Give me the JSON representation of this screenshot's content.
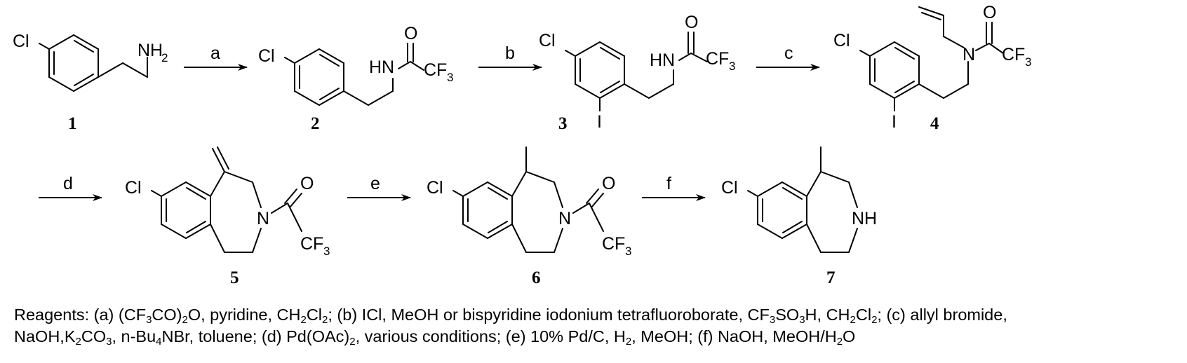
{
  "compounds": [
    {
      "label": "1",
      "groups": {
        "cl": "Cl",
        "amine": "NH"
      }
    },
    {
      "label": "2",
      "groups": {
        "cl": "Cl",
        "nh": "HN",
        "o": "O",
        "cf": "CF"
      }
    },
    {
      "label": "3",
      "groups": {
        "cl": "Cl",
        "nh": "HN",
        "o": "O",
        "cf": "CF",
        "i": "I"
      }
    },
    {
      "label": "4",
      "groups": {
        "cl": "Cl",
        "n": "N",
        "o": "O",
        "cf": "CF",
        "i": "I"
      }
    },
    {
      "label": "5",
      "groups": {
        "cl": "Cl",
        "n": "N",
        "o": "O",
        "cf": "CF"
      }
    },
    {
      "label": "6",
      "groups": {
        "cl": "Cl",
        "n": "N",
        "o": "O",
        "cf": "CF"
      }
    },
    {
      "label": "7",
      "groups": {
        "cl": "Cl",
        "nh": "NH"
      }
    }
  ],
  "subscripts": {
    "two": "2",
    "three": "3"
  },
  "arrows": [
    {
      "step": "a"
    },
    {
      "step": "b"
    },
    {
      "step": "c"
    },
    {
      "step": "d"
    },
    {
      "step": "e"
    },
    {
      "step": "f"
    }
  ],
  "caption": {
    "line1": [
      {
        "t": "Reagents: (a) (CF"
      },
      {
        "sub": "3"
      },
      {
        "t": "CO)"
      },
      {
        "sub": "2"
      },
      {
        "t": "O, pyridine, CH"
      },
      {
        "sub": "2"
      },
      {
        "t": "Cl"
      },
      {
        "sub": "2"
      },
      {
        "t": "; (b) ICl, MeOH or bispyridine iodonium tetrafluoroborate, CF"
      },
      {
        "sub": "3"
      },
      {
        "t": "SO"
      },
      {
        "sub": "3"
      },
      {
        "t": "H, CH"
      },
      {
        "sub": "2"
      },
      {
        "t": "Cl"
      },
      {
        "sub": "2"
      },
      {
        "t": "; (c) allyl bromide,"
      }
    ],
    "line2": [
      {
        "t": "NaOH,K"
      },
      {
        "sub": "2"
      },
      {
        "t": "CO"
      },
      {
        "sub": "3"
      },
      {
        "t": ", n-Bu"
      },
      {
        "sub": "4"
      },
      {
        "t": "NBr, toluene; (d) Pd(OAc)"
      },
      {
        "sub": "2"
      },
      {
        "t": ", various conditions; (e) 10% Pd/C, H"
      },
      {
        "sub": "2"
      },
      {
        "t": ", MeOH; (f) NaOH, MeOH/H"
      },
      {
        "sub": "2"
      },
      {
        "t": "O"
      }
    ]
  }
}
